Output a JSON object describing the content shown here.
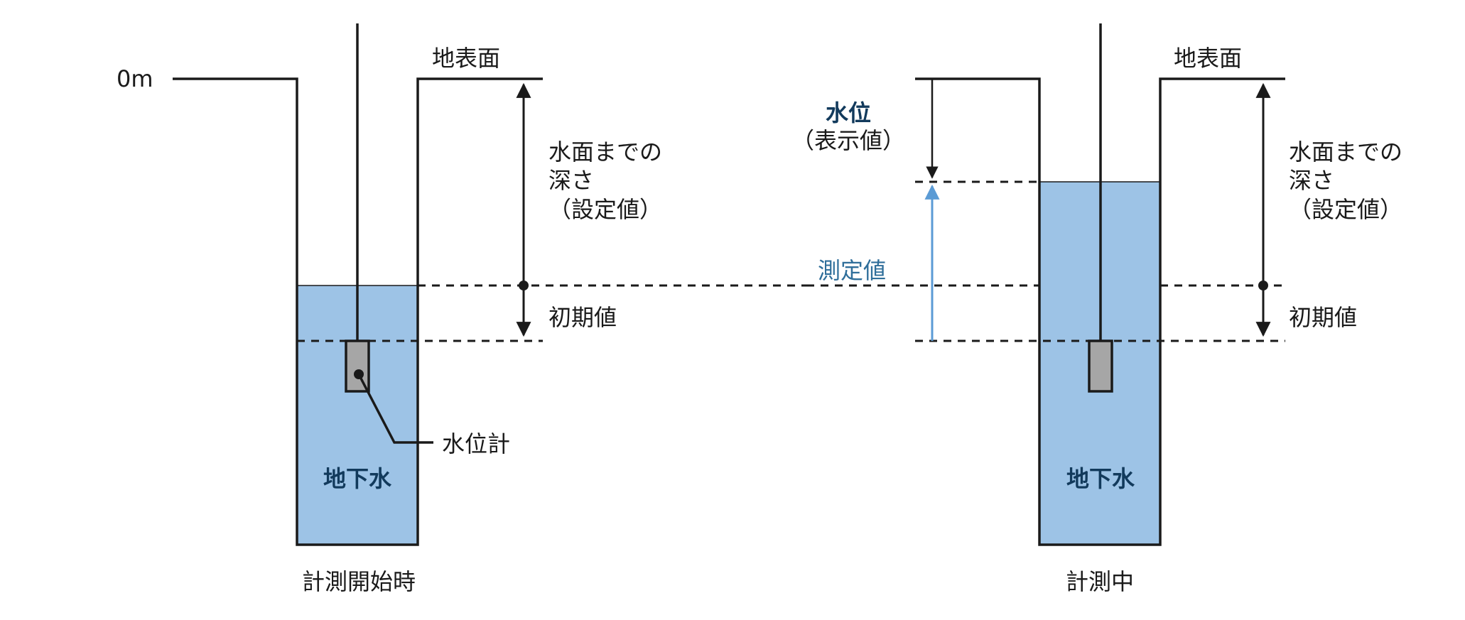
{
  "colors": {
    "water": "#9dc3e6",
    "line": "#1a1a1a",
    "measure_arrow": "#5b9bd5",
    "measure_text": "#2f6e9a",
    "bold_label": "#123a5c",
    "sensor": "#a6a6a6"
  },
  "left_panel": {
    "caption": "計測開始時",
    "zero_label": "0m",
    "surface_label": "地表面",
    "depth_label": [
      "水面までの",
      "深さ",
      "（設定値）"
    ],
    "initial_label": "初期値",
    "sensor_label": "水位計",
    "groundwater_label": "地下水"
  },
  "right_panel": {
    "caption": "計測中",
    "surface_label": "地表面",
    "level_label": "水位",
    "level_sub_label": "（表示値）",
    "measured_label": "測定値",
    "depth_label": [
      "水面までの",
      "深さ",
      "（設定値）"
    ],
    "initial_label": "初期値",
    "groundwater_label": "地下水"
  }
}
